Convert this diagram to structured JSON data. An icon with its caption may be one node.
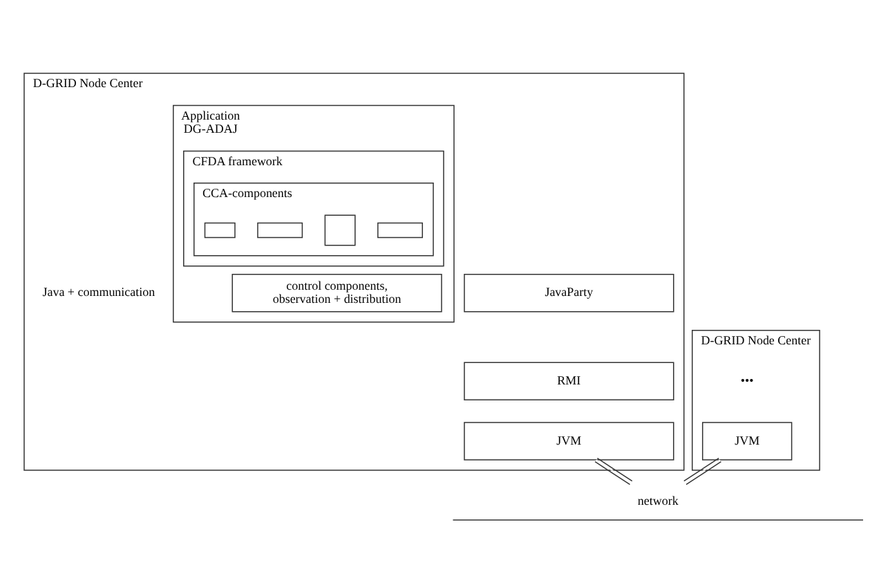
{
  "diagram": {
    "nodes": [
      {
        "text": [
          "D-GRID Node Center"
        ]
      },
      {
        "text": [
          "Application",
          "DG-ADAJ"
        ],
        "in": 0
      },
      {
        "text": [
          "CFDA framework"
        ],
        "in": 1
      },
      {
        "text": [
          "CCA-components"
        ],
        "in": 2
      },
      {
        "text": [],
        "shape": "box",
        "in": 3
      },
      {
        "text": [],
        "shape": "box",
        "in": 3
      },
      {
        "text": [],
        "shape": "box",
        "in": 3
      },
      {
        "text": [],
        "shape": "box",
        "in": 3
      },
      {
        "text": [
          "control components, observation + distribution"
        ],
        "in": 1
      },
      {
        "text": [
          "JavaParty"
        ],
        "in": 0
      },
      {
        "text": [
          "RMI"
        ],
        "in": 0
      },
      {
        "text": [
          "JVM"
        ],
        "in": 0
      },
      {
        "text": [
          "D-GRID Node Center"
        ]
      },
      {
        "text": [
          "JVM"
        ],
        "in": 12
      },
      {
        "text": [
          "network"
        ]
      }
    ],
    "edges": [
      {
        "from": 11,
        "to": 14,
        "arrow": "none"
      },
      {
        "from": 13,
        "to": 14,
        "arrow": "none"
      }
    ],
    "labels": [
      "Java + communication",
      "•••"
    ]
  }
}
